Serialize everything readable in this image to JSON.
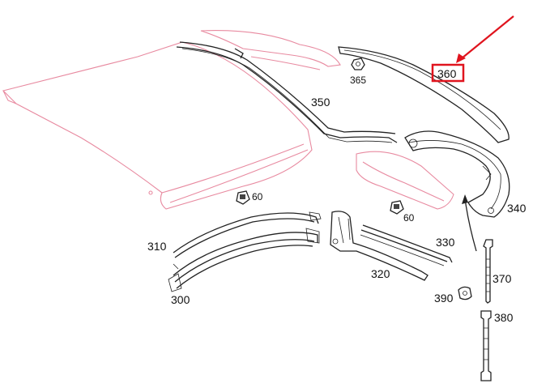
{
  "colors": {
    "ghost_outline": "#e88aa0",
    "part_outline": "#222222",
    "highlight": "#e0141e",
    "arrow": "#e0141e"
  },
  "callouts": {
    "c360": "360",
    "c365": "365",
    "c350": "350",
    "c60a": "60",
    "c60b": "60",
    "c340": "340",
    "c310": "310",
    "c330": "330",
    "c320": "320",
    "c370": "370",
    "c300": "300",
    "c390": "390",
    "c380": "380"
  },
  "highlighted_callout": "360"
}
